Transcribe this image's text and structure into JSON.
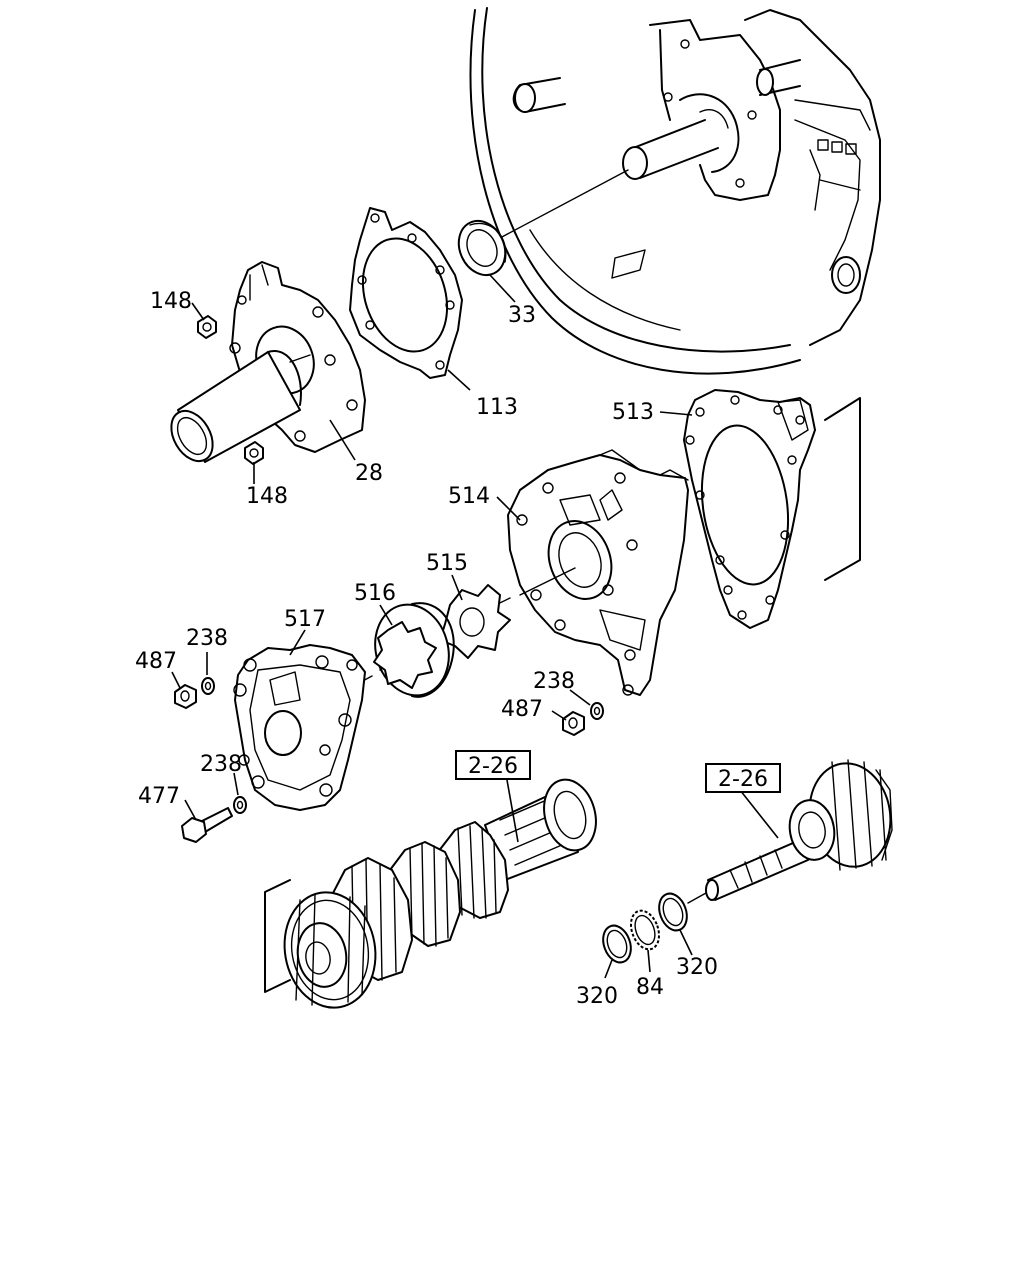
{
  "callouts": [
    {
      "id": "c148a",
      "text": "148"
    },
    {
      "id": "c148b",
      "text": "148"
    },
    {
      "id": "c28",
      "text": "28"
    },
    {
      "id": "c113",
      "text": "113"
    },
    {
      "id": "c33",
      "text": "33"
    },
    {
      "id": "c513",
      "text": "513"
    },
    {
      "id": "c514",
      "text": "514"
    },
    {
      "id": "c515",
      "text": "515"
    },
    {
      "id": "c516",
      "text": "516"
    },
    {
      "id": "c517",
      "text": "517"
    },
    {
      "id": "c238a",
      "text": "238"
    },
    {
      "id": "c487a",
      "text": "487"
    },
    {
      "id": "c238b",
      "text": "238"
    },
    {
      "id": "c487b",
      "text": "487"
    },
    {
      "id": "c238c",
      "text": "238"
    },
    {
      "id": "c477",
      "text": "477"
    },
    {
      "id": "c320a",
      "text": "320"
    },
    {
      "id": "c84",
      "text": "84"
    },
    {
      "id": "c320b",
      "text": "320"
    }
  ],
  "references": [
    {
      "id": "r1",
      "text": "2-26"
    },
    {
      "id": "r2",
      "text": "2-26"
    }
  ]
}
